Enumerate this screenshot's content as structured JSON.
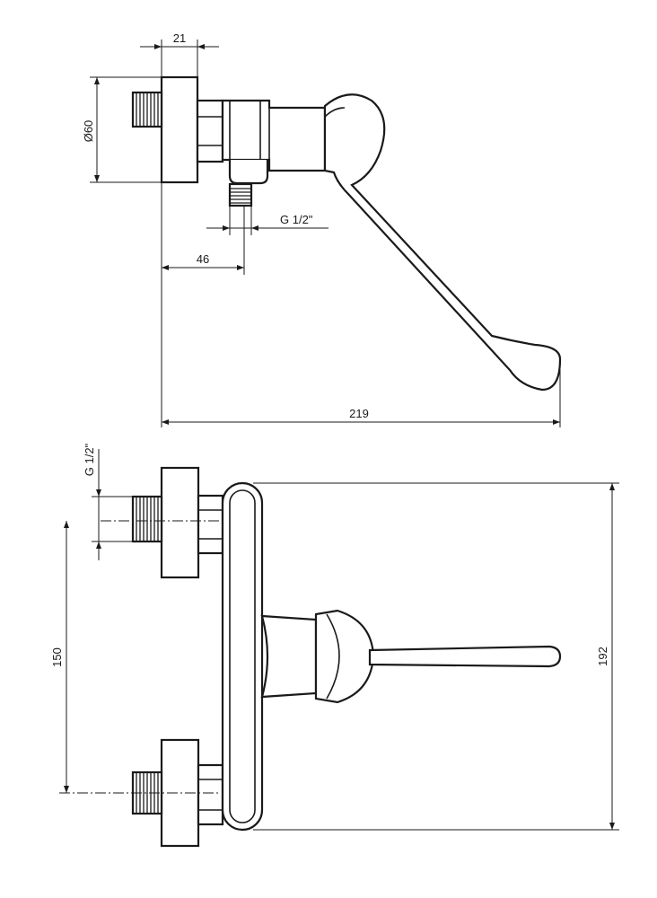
{
  "dimensions": {
    "top_width_wall": "21",
    "top_diameter": "Ø60",
    "top_thread": "G 1/2\"",
    "top_offset": "46",
    "top_total_length": "219",
    "front_thread": "G 1/2\"",
    "front_spacing": "150",
    "front_height": "192"
  }
}
